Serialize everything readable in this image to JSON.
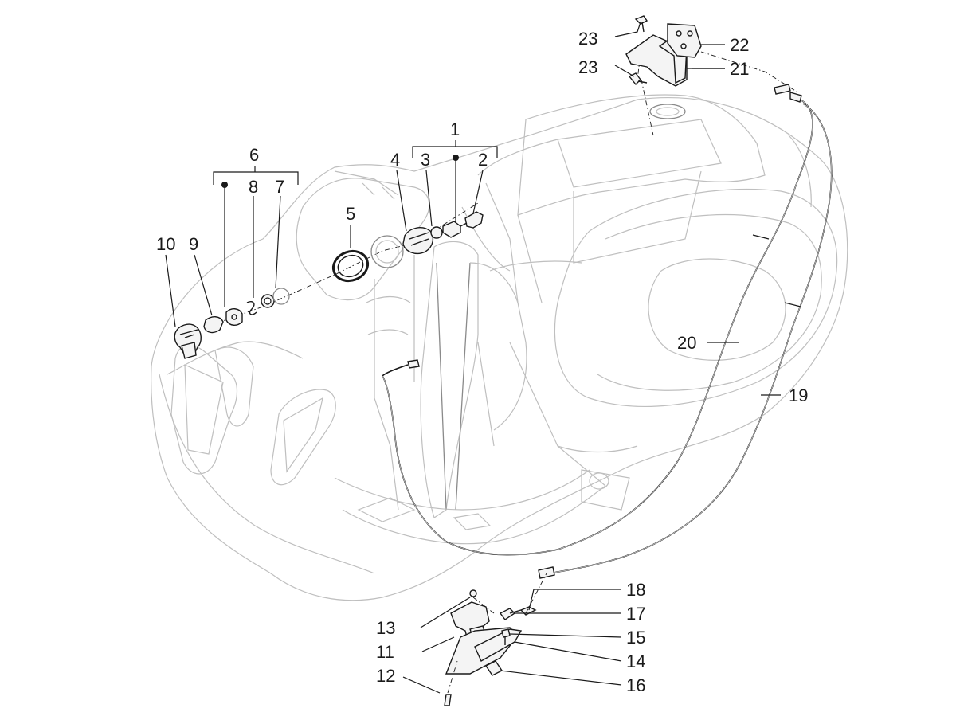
{
  "callouts": {
    "c1": "1",
    "c2": "2",
    "c3": "3",
    "c4": "4",
    "c5": "5",
    "c6": "6",
    "c7": "7",
    "c8": "8",
    "c9": "9",
    "c10": "10",
    "c11": "11",
    "c12": "12",
    "c13": "13",
    "c14": "14",
    "c15": "15",
    "c16": "16",
    "c17": "17",
    "c18": "18",
    "c19": "19",
    "c20": "20",
    "c21": "21",
    "c22": "22",
    "c23a": "23",
    "c23b": "23"
  },
  "colors": {
    "ink": "#1a1a1a",
    "ghost_body": "#bfbfbf",
    "background": "#ffffff"
  }
}
